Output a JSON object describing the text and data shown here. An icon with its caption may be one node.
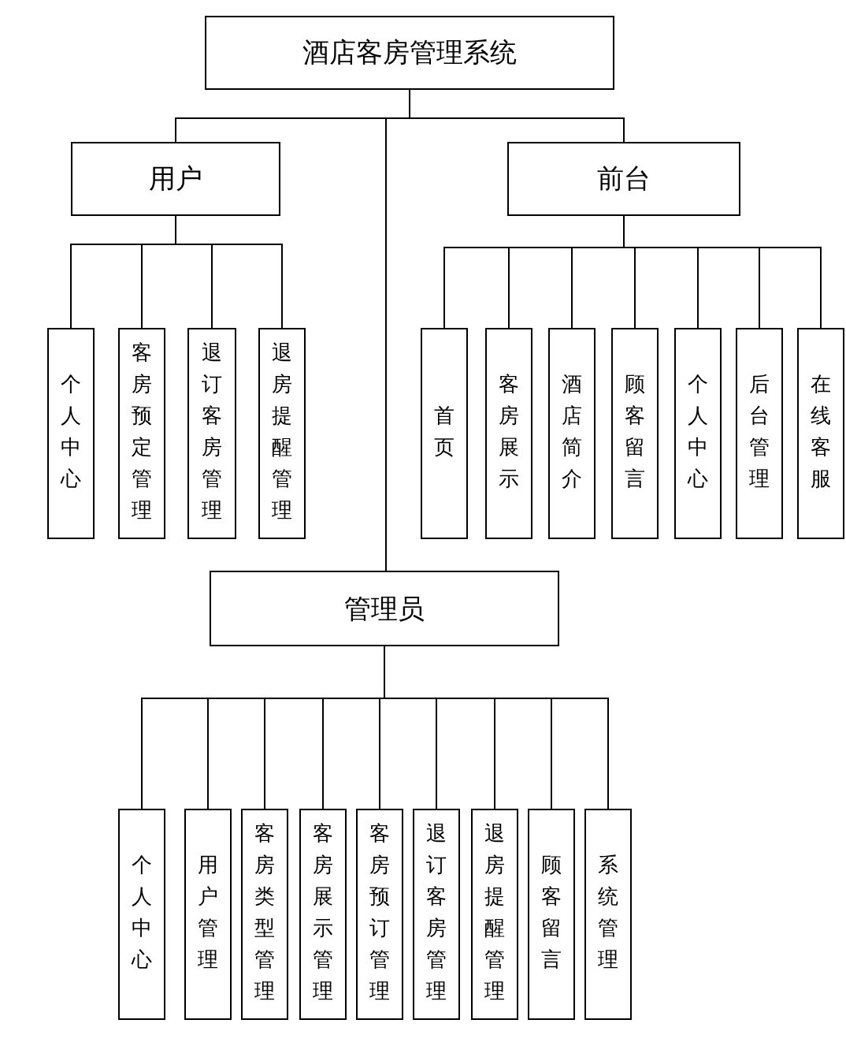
{
  "diagram": {
    "nodes": [
      {
        "text": [
          "酒店客房管理系统"
        ]
      },
      {
        "text": [
          "用户"
        ]
      },
      {
        "text": [
          "前台"
        ]
      },
      {
        "text": [
          "管理员"
        ]
      },
      {
        "text": [
          "个人中心"
        ]
      },
      {
        "text": [
          "客房预定管理"
        ]
      },
      {
        "text": [
          "退订客房管理"
        ]
      },
      {
        "text": [
          "退房提醒管理"
        ]
      },
      {
        "text": [
          "首页"
        ]
      },
      {
        "text": [
          "客房展示"
        ]
      },
      {
        "text": [
          "酒店简介"
        ]
      },
      {
        "text": [
          "顾客留言"
        ]
      },
      {
        "text": [
          "个人中心"
        ]
      },
      {
        "text": [
          "后台管理"
        ]
      },
      {
        "text": [
          "在线客服"
        ]
      },
      {
        "text": [
          "个人中心"
        ]
      },
      {
        "text": [
          "用户管理"
        ]
      },
      {
        "text": [
          "客房类型管理"
        ]
      },
      {
        "text": [
          "客房展示管理"
        ]
      },
      {
        "text": [
          "客房预订管理"
        ]
      },
      {
        "text": [
          "退订客房管理"
        ]
      },
      {
        "text": [
          "退房提醒管理"
        ]
      },
      {
        "text": [
          "顾客留言"
        ]
      },
      {
        "text": [
          "系统管理"
        ]
      }
    ],
    "edges": [
      {
        "from": 0,
        "to": 1,
        "arrow": "none"
      },
      {
        "from": 0,
        "to": 2,
        "arrow": "none"
      },
      {
        "from": 0,
        "to": 3,
        "arrow": "none"
      },
      {
        "from": 1,
        "to": 4,
        "arrow": "none"
      },
      {
        "from": 1,
        "to": 5,
        "arrow": "none"
      },
      {
        "from": 1,
        "to": 6,
        "arrow": "none"
      },
      {
        "from": 1,
        "to": 7,
        "arrow": "none"
      },
      {
        "from": 2,
        "to": 8,
        "arrow": "none"
      },
      {
        "from": 2,
        "to": 9,
        "arrow": "none"
      },
      {
        "from": 2,
        "to": 10,
        "arrow": "none"
      },
      {
        "from": 2,
        "to": 11,
        "arrow": "none"
      },
      {
        "from": 2,
        "to": 12,
        "arrow": "none"
      },
      {
        "from": 2,
        "to": 13,
        "arrow": "none"
      },
      {
        "from": 2,
        "to": 14,
        "arrow": "none"
      },
      {
        "from": 3,
        "to": 15,
        "arrow": "none"
      },
      {
        "from": 3,
        "to": 16,
        "arrow": "none"
      },
      {
        "from": 3,
        "to": 17,
        "arrow": "none"
      },
      {
        "from": 3,
        "to": 18,
        "arrow": "none"
      },
      {
        "from": 3,
        "to": 19,
        "arrow": "none"
      },
      {
        "from": 3,
        "to": 20,
        "arrow": "none"
      },
      {
        "from": 3,
        "to": 21,
        "arrow": "none"
      },
      {
        "from": 3,
        "to": 22,
        "arrow": "none"
      },
      {
        "from": 3,
        "to": 23,
        "arrow": "none"
      }
    ]
  }
}
